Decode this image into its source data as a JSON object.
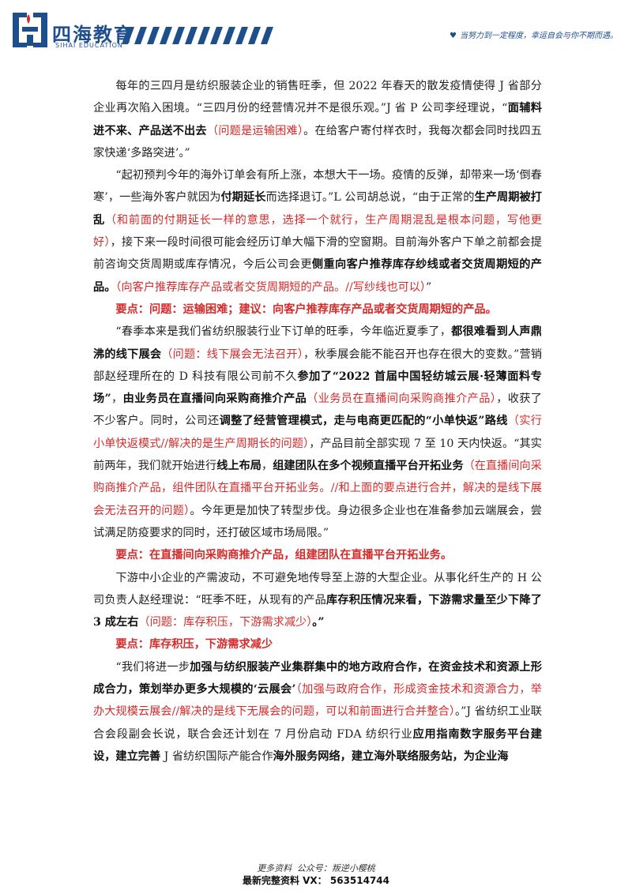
{
  "header": {
    "brand_name": "四海教育",
    "brand_sub": "SIHAI EDUCATION",
    "slogan": "当努力到一定程度，幸运自会与你不期而遇。",
    "logo_icon": "sihai-logo-icon",
    "heart_icon": "heart-icon"
  },
  "paragraphs": [
    [
      {
        "t": "每年的三四月是纺织服装企业的销售旺季，但 2022 年春天的散发疫情使得 J 省部分企业再次陷入困境。“三四月份的经营情况并不是很乐观。”J 省 P 公司李经理说，“",
        "s": "n"
      },
      {
        "t": "面辅料进不来、产品送不出去",
        "s": "b"
      },
      {
        "t": "（问题是运输困难）",
        "s": "r"
      },
      {
        "t": "。在给客户寄付样衣时，我每次都会同时找四五家快递‘多路突进’。”",
        "s": "n"
      }
    ],
    [
      {
        "t": "“起初预判今年的海外订单会有所上涨，本想大干一场。疫情的反弹，却带来一场‘倒春寒’，一些海外客户就因为",
        "s": "n"
      },
      {
        "t": "付期延长",
        "s": "b"
      },
      {
        "t": "而选择退订。”L 公司胡总说，“由于正常的",
        "s": "n"
      },
      {
        "t": "生产周期被打乱",
        "s": "b"
      },
      {
        "t": "（和前面的付期延长一样的意思，选择一个就行，生产周期混乱是根本问题，写他更好）",
        "s": "r"
      },
      {
        "t": "，接下来一段时间很可能会经历订单大幅下滑的空窗期。目前海外客户下单之前都会提前咨询交货周期或库存情况，今后公司会更",
        "s": "n"
      },
      {
        "t": "侧重向客户推荐库存纱线或者交货周期短的产品。",
        "s": "b"
      },
      {
        "t": "（向客户推荐库存产品或者交货周期短的产品。//写纱线也可以）",
        "s": "r"
      },
      {
        "t": "”",
        "s": "n"
      }
    ],
    [
      {
        "t": "要点：问题：运输困难；建议：向客户推荐库存产品或者交货周期短的产品。",
        "s": "k"
      }
    ],
    [
      {
        "t": "“春季本来是我们省纺织服装行业下订单的旺季，今年临近夏季了，",
        "s": "n"
      },
      {
        "t": "都很难看到人声鼎沸的线下展会",
        "s": "b"
      },
      {
        "t": "（问题：线下展会无法召开）",
        "s": "r"
      },
      {
        "t": "，秋季展会能不能召开也存在很大的变数。”营销部赵经理所在的 D 科技有限公司前不久",
        "s": "n"
      },
      {
        "t": "参加了“2022 首届中国轻纺城云展·轻薄面料专场”",
        "s": "b"
      },
      {
        "t": "，",
        "s": "n"
      },
      {
        "t": "由业务员在直播间向采购商推介产品",
        "s": "b"
      },
      {
        "t": "（业务员在直播间向采购商推介产品）",
        "s": "r"
      },
      {
        "t": "，收获了不少客户。同时，公司还",
        "s": "n"
      },
      {
        "t": "调整了经营管理模式，走与电商更匹配的“小单快返”路线",
        "s": "b"
      },
      {
        "t": "（实行小单快返模式//解决的是生产周期长的问题）",
        "s": "r"
      },
      {
        "t": "，产品目前全部实现 7 至 10 天内快返。“其实前两年，我们就开始进行",
        "s": "n"
      },
      {
        "t": "线上布局",
        "s": "b"
      },
      {
        "t": "，",
        "s": "n"
      },
      {
        "t": "组建团队在多个视频直播平台开拓业务",
        "s": "b"
      },
      {
        "t": "（在直播间向采购商推介产品，组件团队在直播平台开拓业务。//和上面的要点进行合并，解决的是线下展会无法召开的问题）",
        "s": "r"
      },
      {
        "t": "。今年更是加快了转型步伐。身边很多企业也在准备参加云端展会，尝试满足防疫要求的同时，还打破区域市场局限。”",
        "s": "n"
      }
    ],
    [
      {
        "t": "要点：在直播间向采购商推介产品，组建团队在直播平台开拓业务。",
        "s": "k"
      }
    ],
    [
      {
        "t": "下游中小企业的产需波动，不可避免地传导至上游的大型企业。从事化纤生产的 H 公司负责人赵经理说：“旺季不旺，从现有的产品",
        "s": "n"
      },
      {
        "t": "库存积压情况来看，下游需求量至少下降了 3 成左右",
        "s": "b"
      },
      {
        "t": "（问题：库存积压，下游需求减少）",
        "s": "r"
      },
      {
        "t": "。”",
        "s": "b"
      }
    ],
    [
      {
        "t": "要点：库存积压，下游需求减少",
        "s": "k"
      }
    ],
    [
      {
        "t": "“我们将进一步",
        "s": "n"
      },
      {
        "t": "加强与纺织服装产业集群集中的地方政府合作，在资金技术和资源上形成合力，策划举办更多大规模的‘云展会’",
        "s": "b"
      },
      {
        "t": "（加强与政府合作，形成资金技术和资源合力，举办大规模云展会//解决的是线下无展会的问题，可以和前面进行合并整合）",
        "s": "r"
      },
      {
        "t": "。”J 省纺织工业联合会段副会长说，联合会还计划在 7 月份启动 FDA 纺织行业",
        "s": "n"
      },
      {
        "t": "应用指南数字服务平台建设，建立完善",
        "s": "b"
      },
      {
        "t": " J 省纺织国际产能合作",
        "s": "n"
      },
      {
        "t": "海外服务网络，建立海外联络服务站，为企业海",
        "s": "b"
      }
    ]
  ],
  "footer": {
    "line1": "更多资料 公众号：叛逆小樱桃",
    "line2": "最新完整资料 VX：  563514744"
  }
}
